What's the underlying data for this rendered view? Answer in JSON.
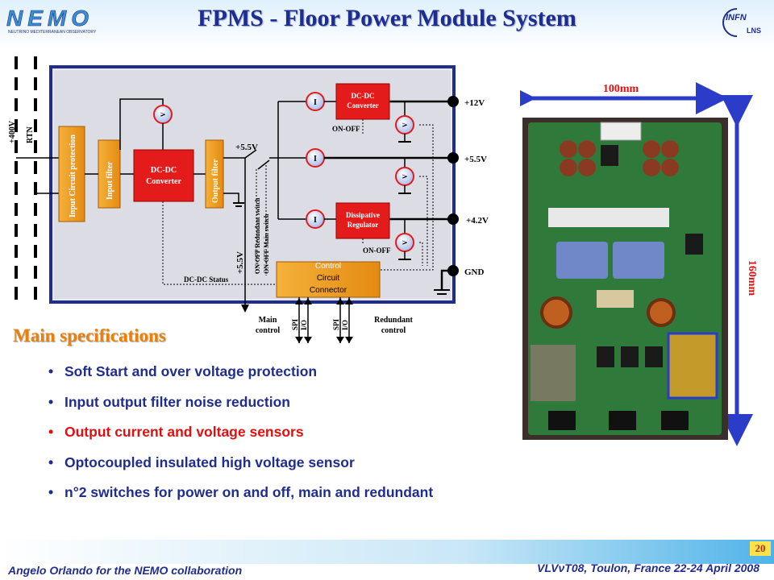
{
  "title": "FPMS  - Floor Power Module System",
  "logos": {
    "nemo": {
      "word": "NEMO",
      "tagline": "NEUTRINO MEDITERRANEAN OBSERVATORY"
    },
    "infn": {
      "word": "INFN",
      "sub": "LNS"
    }
  },
  "diagram": {
    "input_labels": [
      "+400V",
      "RTN"
    ],
    "blocks": {
      "input_protection": "Input Circuit protection",
      "input_filter": "Input filter",
      "dcdc_main_1": "DC-DC",
      "dcdc_main_2": "Converter",
      "output_filter": "Output filter",
      "dcdc_12_1": "DC-DC",
      "dcdc_12_2": "Converter",
      "dissipative_1": "Dissipative",
      "dissipative_2": "Regulator",
      "control_1": "Control",
      "control_2": "Circuit",
      "control_3": "Connector"
    },
    "sensor_v": "V",
    "sensor_i": "I",
    "bus_label": "+5.5V",
    "bus_vertical_label": "+5.5V",
    "switch_redundant": "ON-OFF Redundant switch",
    "switch_main": "ON-OFF Main switch",
    "on_off_1": "ON-OFF",
    "on_off_2": "ON-OFF",
    "dcdc_status": "DC-DC Status",
    "outputs": [
      "+12V",
      "+5.5V",
      "+4.2V",
      "GND"
    ],
    "main_control_1": "Main",
    "main_control_2": "control",
    "redundant_control_1": "Redundant",
    "redundant_control_2": "control",
    "spi": "SPI",
    "io": "I/O"
  },
  "specs": {
    "heading": "Main specifications",
    "items": [
      {
        "text": "Soft Start and over voltage protection",
        "color": "#1f2d8f"
      },
      {
        "text": "Input output filter noise reduction",
        "color": "#1f2d8f"
      },
      {
        "text": "Output current and voltage sensors",
        "color": "#e01010"
      },
      {
        "text": "Optocoupled insulated high voltage sensor",
        "color": "#1f2d8f"
      },
      {
        "text": "n°2 switches for power on and off, main and redundant",
        "color": "#1f2d8f"
      }
    ]
  },
  "photo": {
    "width_label": "100mm",
    "height_label": "160mm"
  },
  "footer": {
    "page": "20",
    "left": "Angelo Orlando for the NEMO collaboration",
    "right": "VLVνT08, Toulon, France 22-24 April 2008"
  },
  "colors": {
    "accent_blue": "#1f2d8f",
    "block_red": "#e41b1b",
    "block_orange": "#f0a020",
    "heading_orange": "#e8800a"
  }
}
